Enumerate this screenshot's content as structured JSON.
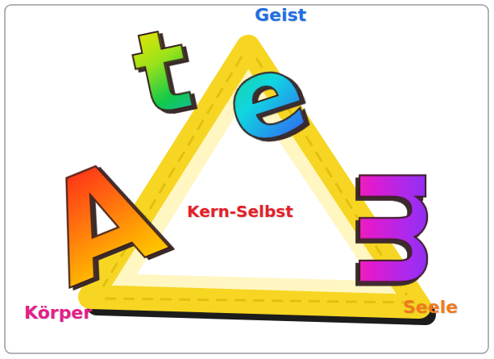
{
  "diagram": {
    "labels": [
      "Geist",
      "t",
      "e",
      "A",
      "Kern-Selbst",
      "m",
      "Körper",
      "Seele"
    ]
  }
}
